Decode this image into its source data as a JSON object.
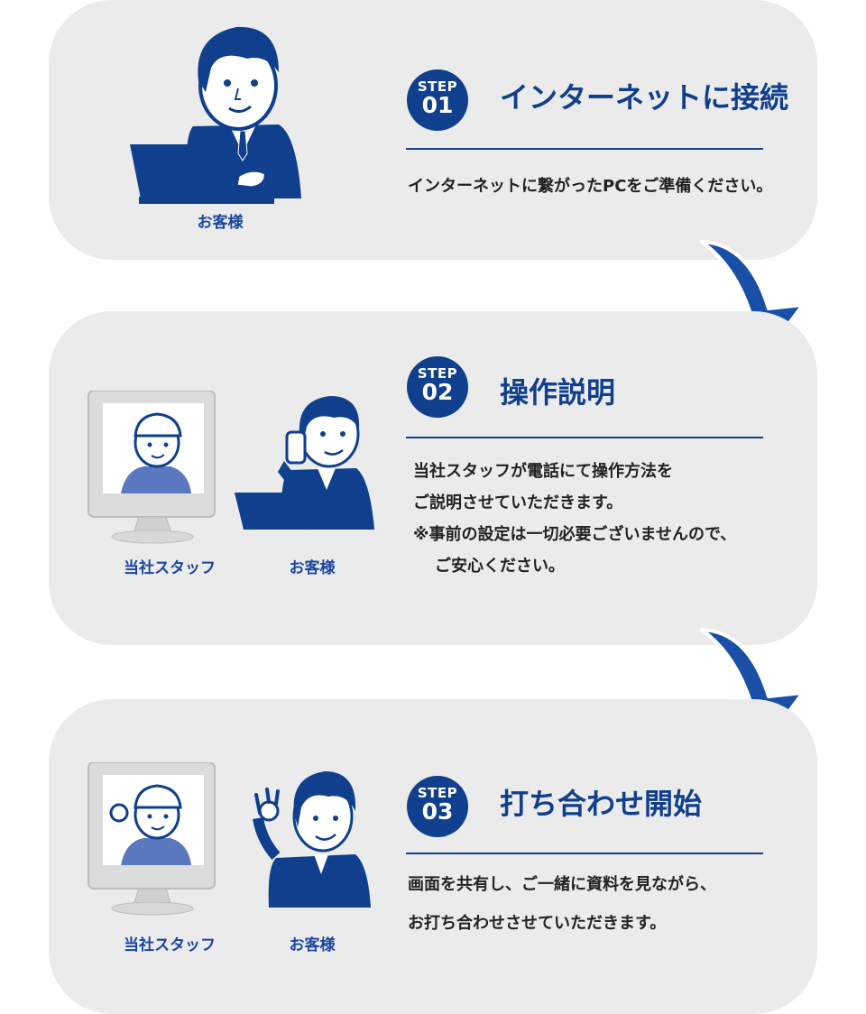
{
  "steps": [
    {
      "badge_word": "STEP",
      "badge_number": "01",
      "title": "インターネットに接続",
      "lines": [
        "インターネットに繋がったPCをご準備ください。"
      ],
      "labels": [
        "お客様"
      ]
    },
    {
      "badge_word": "STEP",
      "badge_number": "02",
      "title": "操作説明",
      "lines": [
        "当社スタッフが電話にて操作方法を",
        "ご説明させていただきます。",
        "※事前の設定は一切必要ございませんので、",
        "ご安心ください。"
      ],
      "labels": [
        "当社スタッフ",
        "お客様"
      ]
    },
    {
      "badge_word": "STEP",
      "badge_number": "03",
      "title": "打ち合わせ開始",
      "lines": [
        "画面を共有し、ご一緒に資料を見ながら、",
        "お打ち合わせさせていただきます。"
      ],
      "labels": [
        "当社スタッフ",
        "お客様"
      ]
    }
  ],
  "colors": {
    "brand_navy": "#0f3f8d",
    "label_blue": "#1b46a0",
    "panel_bg": "#ebebeb",
    "arrow_blue": "#1a4fa8"
  }
}
